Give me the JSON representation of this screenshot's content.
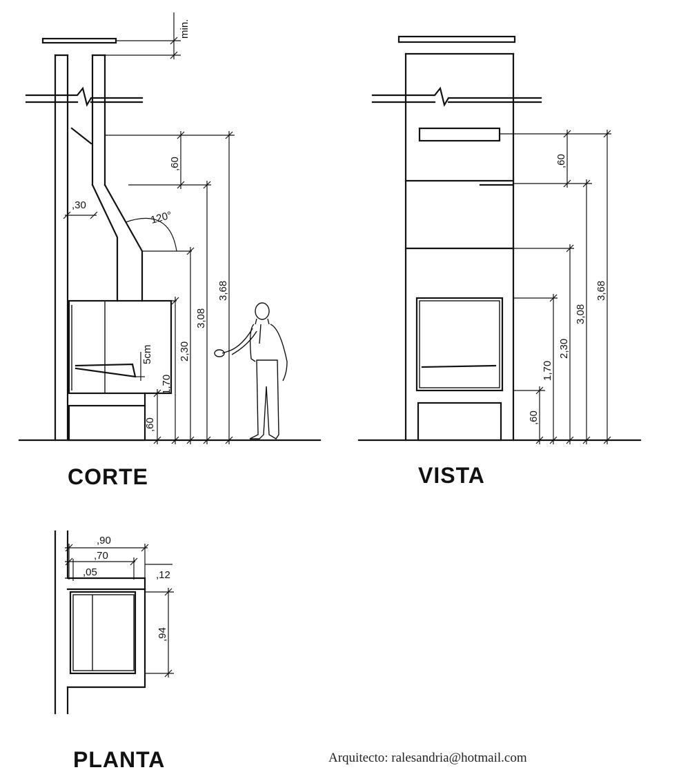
{
  "titles": {
    "corte": "CORTE",
    "vista": "VISTA",
    "planta": "PLANTA"
  },
  "credit": "Arquitecto: ralesandria@hotmail.com",
  "corte": {
    "min_label": "min.",
    "angle_label": "120°",
    "dims": {
      "d30": ",30",
      "d60_top": ",60",
      "d368": "3,68",
      "d308": "3,08",
      "d230": "2,30",
      "d5cm": "5cm",
      "d170": "1,70",
      "d60_base": ",60"
    }
  },
  "vista": {
    "dims": {
      "d60_top": ",60",
      "d368": "3,68",
      "d308": "3,08",
      "d230": "2,30",
      "d170": "1,70",
      "d60_base": ",60"
    }
  },
  "planta": {
    "dims": {
      "d90": ",90",
      "d70": ",70",
      "d05": ",05",
      "d12": ",12",
      "d94": ",94"
    }
  }
}
